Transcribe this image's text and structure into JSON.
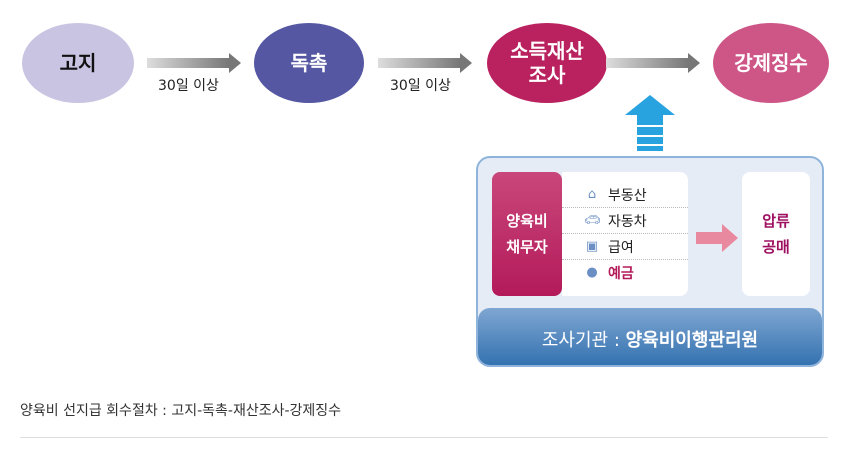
{
  "steps": [
    "고지",
    "독촉",
    "소득재산\n조사",
    "강제징수"
  ],
  "arrow_labels": [
    "30일 이상",
    "30일 이상"
  ],
  "debtor": "양육비\n채무자",
  "assets": [
    {
      "icon": "house-icon",
      "label": "부동산"
    },
    {
      "icon": "car-icon",
      "label": "자동차"
    },
    {
      "icon": "salary-icon",
      "label": "급여"
    },
    {
      "icon": "money-bag-icon",
      "label": "예금"
    }
  ],
  "action": "압류\n공매",
  "agency_label": "조사기관 : ",
  "agency_name": "양육비이행관리원",
  "caption": "양육비 선지급 회수절차 : 고지-독촉-재산조사-강제징수",
  "colors": {
    "step1": "#c9c4e2",
    "step2": "#5557a2",
    "step3": "#b9225f",
    "step4": "#cd5687",
    "accent": "#9e1060"
  }
}
